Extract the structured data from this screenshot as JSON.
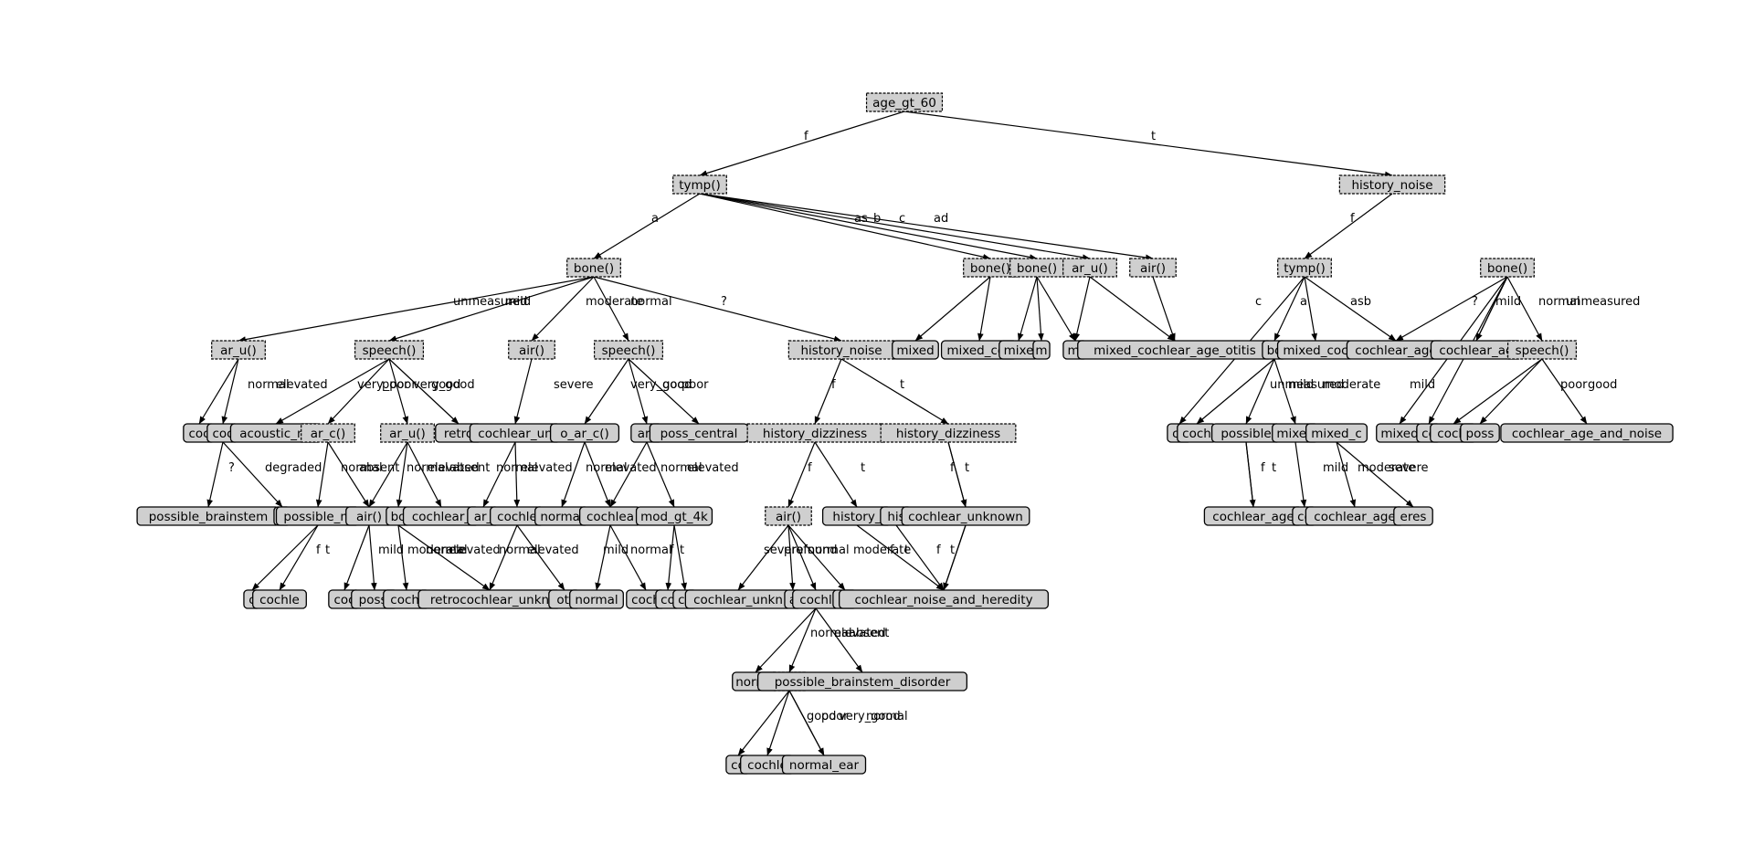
{
  "nodes": {
    "root": {
      "label": "age_gt_60",
      "kind": "decision"
    },
    "tymp1": {
      "label": "tymp()",
      "kind": "decision"
    },
    "hn1": {
      "label": "history_noise",
      "kind": "decision"
    },
    "bone1": {
      "label": "bone()",
      "kind": "decision"
    },
    "bone_as": {
      "label": "bone()",
      "kind": "decision"
    },
    "bone_b": {
      "label": "bone()",
      "kind": "decision"
    },
    "aru_c": {
      "label": "ar_u()",
      "kind": "decision"
    },
    "air_ad": {
      "label": "air()",
      "kind": "decision"
    },
    "aru_um": {
      "label": "ar_u()",
      "kind": "decision"
    },
    "speech_mild": {
      "label": "speech()",
      "kind": "decision"
    },
    "air_mod": {
      "label": "air()",
      "kind": "decision"
    },
    "speech_norm": {
      "label": "speech()",
      "kind": "decision"
    },
    "hn2": {
      "label": "history_noise",
      "kind": "decision"
    },
    "hd1": {
      "label": "history_dizziness",
      "kind": "decision"
    },
    "hd2": {
      "label": "history_dizziness",
      "kind": "decision"
    },
    "air2": {
      "label": "air()",
      "kind": "decision"
    },
    "tymp2": {
      "label": "tymp()",
      "kind": "decision"
    },
    "bone2": {
      "label": "bone()",
      "kind": "decision"
    },
    "speech_r": {
      "label": "speech()",
      "kind": "decision"
    },
    "ar_c1": {
      "label": "ar_c()",
      "kind": "decision"
    },
    "ar_u2": {
      "label": "ar_u()",
      "kind": "decision"
    },
    "speech3": {
      "label": "spe",
      "kind": "decision"
    },
    "L1": {
      "label": "mixed",
      "kind": "leaf"
    },
    "L2": {
      "label": "mixed_coc",
      "kind": "leaf"
    },
    "L3": {
      "label": "mixe",
      "kind": "leaf"
    },
    "L4": {
      "label": "m",
      "kind": "leaf"
    },
    "L5": {
      "label": "mi",
      "kind": "leaf"
    },
    "L6": {
      "label": "mixed_cochlear_age_otitis",
      "kind": "leaf"
    },
    "L7": {
      "label": "bo",
      "kind": "leaf"
    },
    "L8": {
      "label": "mixed_coc",
      "kind": "leaf"
    },
    "L9": {
      "label": "cochlear_age",
      "kind": "leaf"
    },
    "L10": {
      "label": "cochlear_ag",
      "kind": "leaf"
    },
    "L11": {
      "label": "coc",
      "kind": "leaf"
    },
    "L12": {
      "label": "coc",
      "kind": "leaf"
    },
    "L13": {
      "label": "acoustic_ne",
      "kind": "leaf"
    },
    "L14": {
      "label": "retro",
      "kind": "leaf"
    },
    "L15": {
      "label": "cochlear_un",
      "kind": "leaf"
    },
    "L16": {
      "label": "o_ar_c()",
      "kind": "leaf"
    },
    "L17": {
      "label": "ar_",
      "kind": "leaf"
    },
    "L18": {
      "label": "poss_central",
      "kind": "leaf"
    },
    "L19": {
      "label": "co",
      "kind": "leaf"
    },
    "L20": {
      "label": "coch",
      "kind": "leaf"
    },
    "L21": {
      "label": "possible",
      "kind": "leaf"
    },
    "L22": {
      "label": "mixed",
      "kind": "leaf"
    },
    "L23": {
      "label": "mixed_c",
      "kind": "leaf"
    },
    "L24": {
      "label": "mixed",
      "kind": "leaf"
    },
    "L25": {
      "label": "co",
      "kind": "leaf"
    },
    "L26": {
      "label": "cochl",
      "kind": "leaf"
    },
    "L27": {
      "label": "poss",
      "kind": "leaf"
    },
    "L28": {
      "label": "cochlear_age_and_noise",
      "kind": "leaf"
    },
    "L29": {
      "label": "possible_brainstem",
      "kind": "leaf"
    },
    "L30": {
      "label": "h",
      "kind": "leaf"
    },
    "L31": {
      "label": "possible_m",
      "kind": "leaf"
    },
    "L32": {
      "label": "air()",
      "kind": "leaf"
    },
    "L33": {
      "label": "bo",
      "kind": "leaf"
    },
    "L34": {
      "label": "cochlear_",
      "kind": "leaf"
    },
    "L35": {
      "label": "ar_",
      "kind": "leaf"
    },
    "L36": {
      "label": "cochle",
      "kind": "leaf"
    },
    "L37": {
      "label": "normal",
      "kind": "leaf"
    },
    "L38": {
      "label": "cochlea",
      "kind": "leaf"
    },
    "L39": {
      "label": "mod_gt_4k",
      "kind": "leaf"
    },
    "L40": {
      "label": "history_",
      "kind": "leaf"
    },
    "L41": {
      "label": "his",
      "kind": "leaf"
    },
    "L42": {
      "label": "cochlear_unknown",
      "kind": "leaf"
    },
    "L43": {
      "label": "cochlear_age",
      "kind": "leaf"
    },
    "L44": {
      "label": "co",
      "kind": "leaf"
    },
    "L45": {
      "label": "cochlear_age",
      "kind": "leaf"
    },
    "L46": {
      "label": "eres",
      "kind": "leaf"
    },
    "L47": {
      "label": "c",
      "kind": "leaf"
    },
    "L48": {
      "label": "cochle",
      "kind": "leaf"
    },
    "L49": {
      "label": "coc",
      "kind": "leaf"
    },
    "L50": {
      "label": "possi",
      "kind": "leaf"
    },
    "L51": {
      "label": "cochl",
      "kind": "leaf"
    },
    "L52": {
      "label": "retrocochlear_unkn",
      "kind": "leaf"
    },
    "L53": {
      "label": "oti",
      "kind": "leaf"
    },
    "L54": {
      "label": "normal",
      "kind": "leaf"
    },
    "L55": {
      "label": "coch",
      "kind": "leaf"
    },
    "L56": {
      "label": "co",
      "kind": "leaf"
    },
    "L57": {
      "label": "co",
      "kind": "leaf"
    },
    "L58": {
      "label": "cochlear_unkn",
      "kind": "leaf"
    },
    "L59": {
      "label": "a",
      "kind": "leaf"
    },
    "L60": {
      "label": "cochl",
      "kind": "leaf"
    },
    "L61": {
      "label": "hi",
      "kind": "leaf"
    },
    "L62": {
      "label": "cochlear_noise_and_heredity",
      "kind": "leaf"
    },
    "L63": {
      "label": "norma",
      "kind": "leaf"
    },
    "L64": {
      "label": "possible_brainstem_disorder",
      "kind": "leaf"
    },
    "L65": {
      "label": "co",
      "kind": "leaf"
    },
    "L66": {
      "label": "cochle",
      "kind": "leaf"
    },
    "L67": {
      "label": "normal_ear",
      "kind": "leaf"
    }
  },
  "edge_labels": [
    "f",
    "t",
    "a",
    "as",
    "b",
    "c",
    "ad",
    "unmeasured",
    "mild",
    "moderate",
    "normal",
    "?",
    "asb",
    "normal",
    "elevated",
    "very_poor",
    "poor",
    "good",
    "very_good",
    "severe",
    "mild",
    "moderate",
    "normal",
    "?",
    "degraded",
    "normal",
    "absent",
    "elevated",
    "normal",
    "elevated",
    "absent",
    "f",
    "t",
    "mild",
    "moderate",
    "normal",
    "mild",
    "moderate",
    "normal",
    "absent",
    "elevated",
    "absent",
    "elevated",
    "severe",
    "profound",
    "normal",
    "moderate",
    "normal",
    "elevated",
    "absent",
    "good",
    "poor",
    "very_good",
    "normal"
  ]
}
